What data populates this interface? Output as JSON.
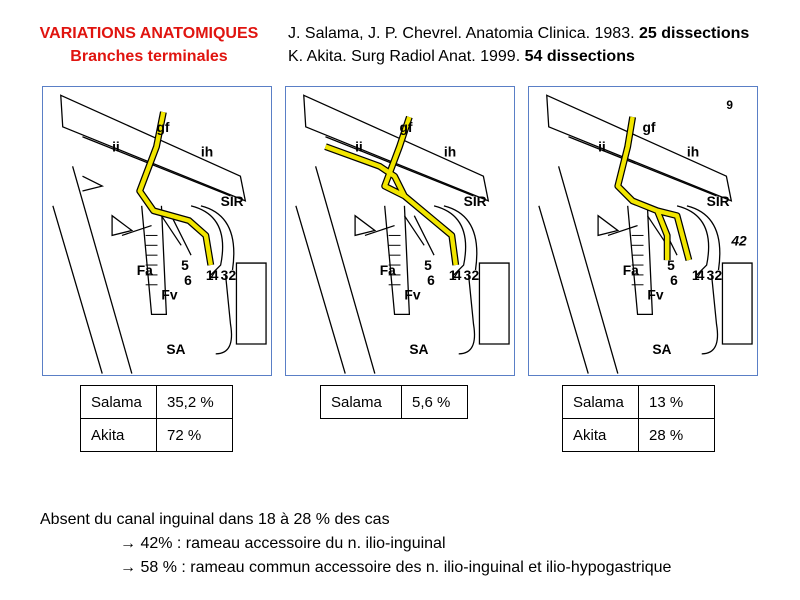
{
  "header": {
    "title": "VARIATIONS ANATOMIQUES",
    "subtitle": "Branches terminales",
    "ref1": "J. Salama, J. P. Chevrel. Anatomia Clinica. 1983. ",
    "ref1_bold": "25 dissections",
    "ref2": "K. Akita. Surg Radiol Anat. 1999. ",
    "ref2_bold": "54 dissections"
  },
  "figure_labels": {
    "gf": "gf",
    "ii": "ii",
    "ih": "ih",
    "sir": "SIR",
    "fa": "Fa",
    "fv": "Fv",
    "sa": "SA",
    "n1": "1",
    "n2": "2",
    "n3": "3",
    "n4": "4",
    "n5": "5",
    "n6": "6",
    "panel3_mark": "9",
    "panel3_extra": "42"
  },
  "tables": [
    {
      "rows": [
        {
          "label": "Salama",
          "value": "35,2 %"
        },
        {
          "label": "Akita",
          "value": "72 %"
        }
      ]
    },
    {
      "rows": [
        {
          "label": "Salama",
          "value": "5,6 %"
        }
      ]
    },
    {
      "rows": [
        {
          "label": "Salama",
          "value": "13 %"
        },
        {
          "label": "Akita",
          "value": "28 %"
        }
      ]
    }
  ],
  "notes": {
    "line1": "Absent  du canal inguinal dans 18 à 28 % des cas",
    "line2": "→ 42% : rameau accessoire du n. ilio-inguinal",
    "line3": "→ 58 % : rameau commun accessoire des n. ilio-inguinal et ilio-hypogastrique"
  },
  "colors": {
    "title": "#e0140f",
    "panel_border": "#5a7fc6",
    "nerve_highlight": "#f2e600"
  }
}
